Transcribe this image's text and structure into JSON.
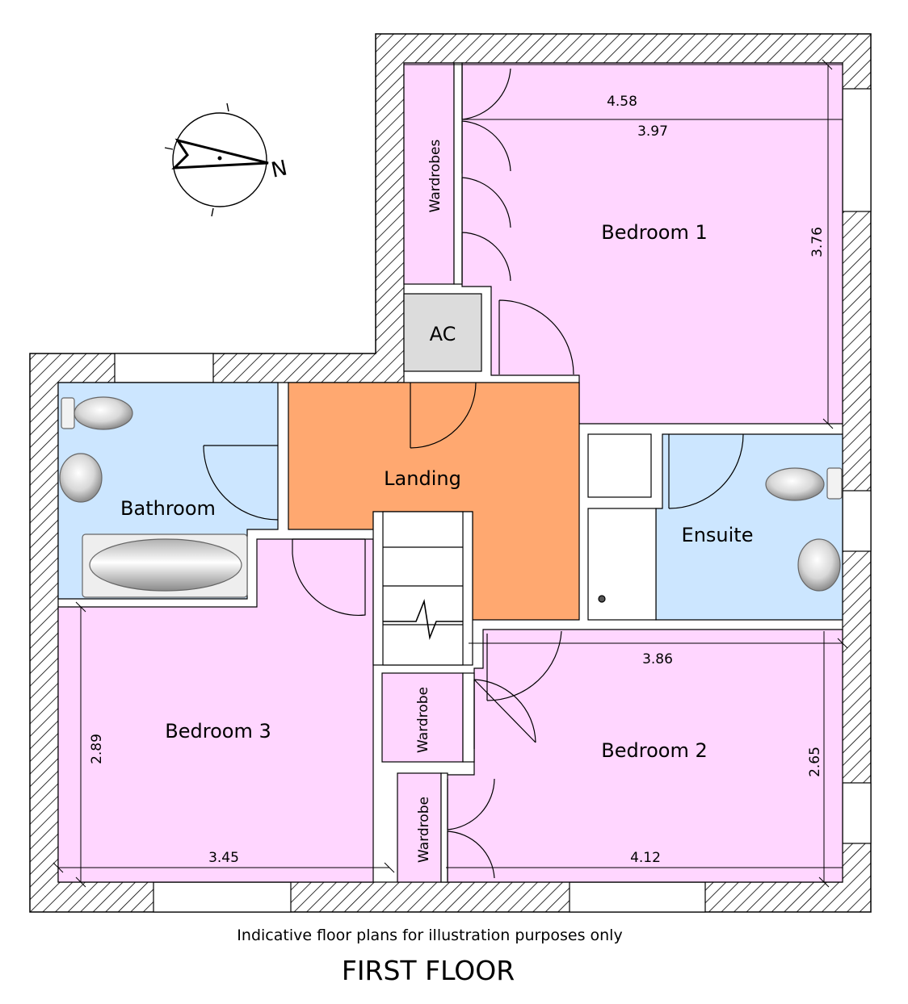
{
  "rooms": {
    "bedroom1": "Bedroom 1",
    "bedroom2": "Bedroom 2",
    "bedroom3": "Bedroom 3",
    "bathroom": "Bathroom",
    "landing": "Landing",
    "ensuite": "Ensuite",
    "ac": "AC",
    "wardrobes": "Wardrobes",
    "wardrobe_a": "Wardrobe",
    "wardrobe_b": "Wardrobe"
  },
  "dimensions": {
    "bedroom1_outer_width": "4.58",
    "bedroom1_inner_width": "3.97",
    "bedroom1_depth": "3.76",
    "bedroom2_top_width": "3.86",
    "bedroom2_bottom_width": "4.12",
    "bedroom2_depth": "2.65",
    "bedroom3_width": "3.45",
    "bedroom3_depth": "2.89"
  },
  "compass": {
    "north_letter": "N"
  },
  "disclaimer": "Indicative floor plans for illustration purposes only",
  "floor_title": "FIRST FLOOR",
  "colors": {
    "bedroom": "#ffd6ff",
    "wet_room": "#cce6ff",
    "landing": "#ffa870",
    "ac": "#dcdcdc",
    "wall_hatch": "#000000"
  }
}
